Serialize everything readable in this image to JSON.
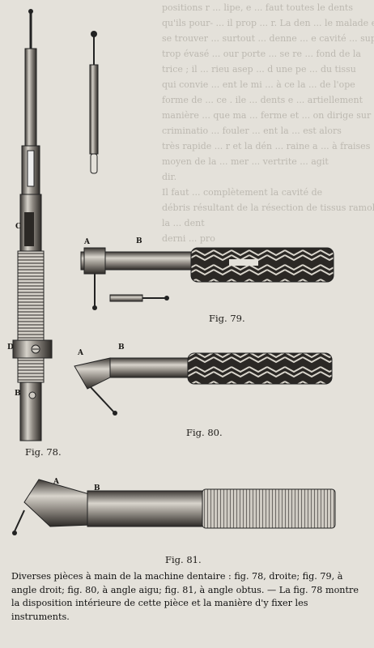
{
  "background_text": [
    "positions r ... lipe, e ... faut toutes le dents",
    "qu'ils pour- ... il prop ... r. La den ... le malade est",
    "se trouver ... surtout ... denne ... e cavité ... superficielle",
    "trop évasé ... our porte ... se re ... fond de la",
    "trice ; il ... rieu asep ... d une pe ... du tissu",
    "qui convie ... ent le mi ... à ce la ... de l'ope",
    "forme de ... ce . ile ... dents e ... artiellement",
    "manière ... que ma ... ferme et ... on dirige sur",
    "criminatio ... fouler ... ent la ... est alors",
    "très rapide ... r et la dén ... raine a ... à fraises",
    "moyen de la ... mer ... vertrite ... agit",
    "dir.",
    "Il faut ... complètement la cavité de",
    "débris résultant de la résection de tissus ramollis",
    "la ... dent",
    "derni ... pro"
  ],
  "figures": {
    "fig78": {
      "label": "Fig. 78.",
      "letters": [
        "C",
        "D",
        "B"
      ]
    },
    "fig79": {
      "label": "Fig. 79.",
      "letters": [
        "A",
        "B"
      ]
    },
    "fig80": {
      "label": "Fig. 80.",
      "letters": [
        "A",
        "B"
      ]
    },
    "fig81": {
      "label": "Fig. 81.",
      "letters": [
        "A",
        "B"
      ]
    }
  },
  "caption": "Diverses pièces à main de la machine dentaire : fig. 78, droite; fig. 79, à angle droit; fig. 80, à angle aigu; fig. 81, à angle obtus. — La fig. 78 montre la disposition intérieure de cette pièce et la manière d'y fixer les instruments."
}
